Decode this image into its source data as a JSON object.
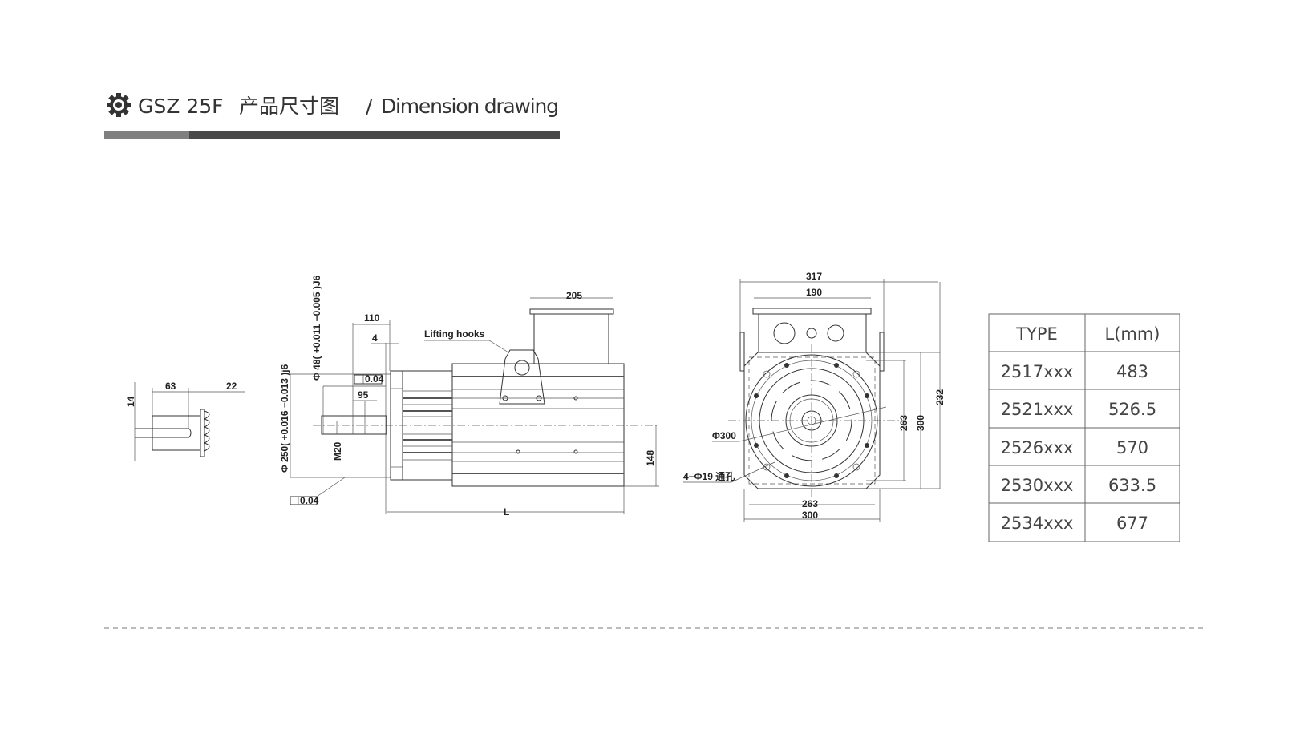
{
  "header": {
    "model": "GSZ 25F",
    "title_cn": "产品尺寸图",
    "separator": "/",
    "title_en": "Dimension drawing",
    "icon": "gear-icon"
  },
  "colors": {
    "bar_light": "#808080",
    "bar_dark": "#4a4a4a",
    "text": "#333333"
  },
  "small_view": {
    "dim_63": "63",
    "dim_22": "22",
    "dim_14": "14"
  },
  "side_view": {
    "dim_205": "205",
    "dim_110": "110",
    "dim_4": "4",
    "dim_95": "95",
    "lifting_label": "Lifting hooks",
    "shaft_dia": "Φ 48( +0.011 −0.005 )J6",
    "spigot_dia": "Φ 250( +0.016 −0.013 )j6",
    "thread": "M20",
    "runout_1": "0.04",
    "runout_2": "0.04",
    "dim_148": "148",
    "dim_L": "L"
  },
  "front_view": {
    "dim_317": "317",
    "dim_190": "190",
    "dim_263_v": "263",
    "dim_300_v": "300",
    "dim_232": "232",
    "dim_263_h": "263",
    "dim_300_h": "300",
    "pcd": "Φ300",
    "holes": "4−Φ19 通孔"
  },
  "table": {
    "headers": [
      "TYPE",
      "L(mm)"
    ],
    "rows": [
      [
        "2517xxx",
        "483"
      ],
      [
        "2521xxx",
        "526.5"
      ],
      [
        "2526xxx",
        "570"
      ],
      [
        "2530xxx",
        "633.5"
      ],
      [
        "2534xxx",
        "677"
      ]
    ]
  }
}
